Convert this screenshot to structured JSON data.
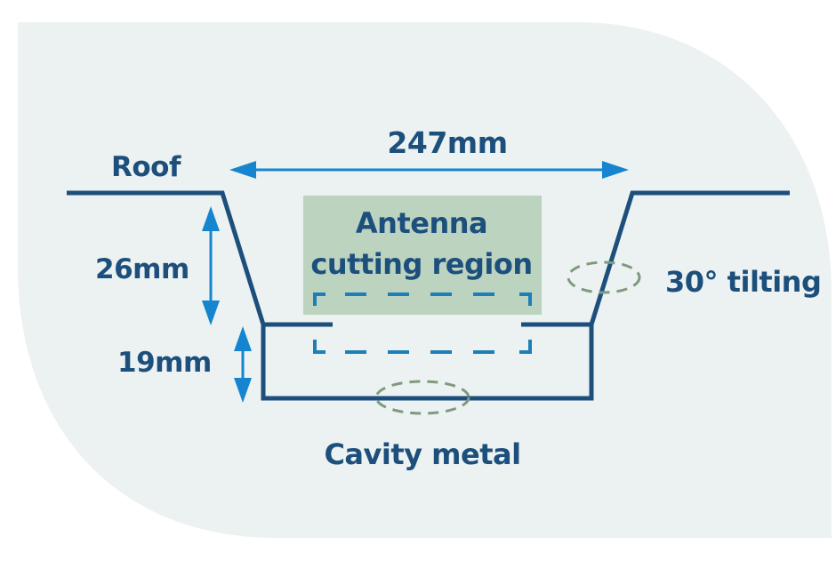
{
  "colors": {
    "background_panel": "#ecf2f1",
    "outline": "#1d4f7d",
    "dimension_arrow": "#1585cf",
    "antenna_region_fill": "#bcd3bf",
    "dashed_antenna": "#1e7fb8",
    "dashed_ellipse": "#7f9a7f",
    "text": "#1d4f7d"
  },
  "labels": {
    "roof": "Roof",
    "width": "247mm",
    "depth_upper": "26mm",
    "depth_lower": "19mm",
    "antenna_line1": "Antenna",
    "antenna_line2": "cutting region",
    "tilt": "30° tilting",
    "cavity": "Cavity metal"
  }
}
